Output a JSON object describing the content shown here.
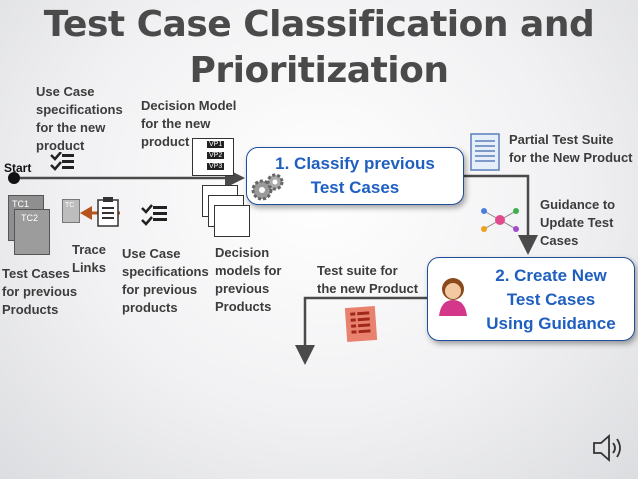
{
  "title": {
    "line1": "Test Case Classification and",
    "line2": "Prioritization"
  },
  "labels": {
    "use_case_new": "Use Case\nspecifications\nfor the new\nproduct",
    "decision_model_new": "Decision Model\nfor the new\nproduct",
    "partial_suite": "Partial Test Suite\n for the New Product",
    "start": "Start",
    "guidance": "Guidance to\nUpdate Test\nCases",
    "trace_links": "Trace\n  Links",
    "use_case_prev": "Use Case\nspecifications\nfor previous\nproducts",
    "decision_models_prev": "Decision\nmodels for\nprevious\nProducts",
    "test_cases_prev": "Test Cases\nfor previous\nProducts",
    "test_suite_new": "Test suite for\nthe new Product"
  },
  "boxes": {
    "classify": "1. Classify previous\nTest Cases",
    "create": "2. Create New\nTest Cases\nUsing Guidance"
  },
  "doc_labels": {
    "tc1": "TC1",
    "tc2": "TC2",
    "tc_small": "TC"
  },
  "vp_labels": [
    "VP1",
    "VP2",
    "VP3"
  ],
  "icons": [
    "gears-icon",
    "checklist-icon",
    "document-icon",
    "person-icon",
    "speaker-icon",
    "guidance-network-icon",
    "test-suite-icon"
  ],
  "colors": {
    "box_border": "#1f4e9c",
    "box_text": "#1f5fc0",
    "arrow": "#4a4a4a",
    "trace_arrow": "#b5541c"
  }
}
